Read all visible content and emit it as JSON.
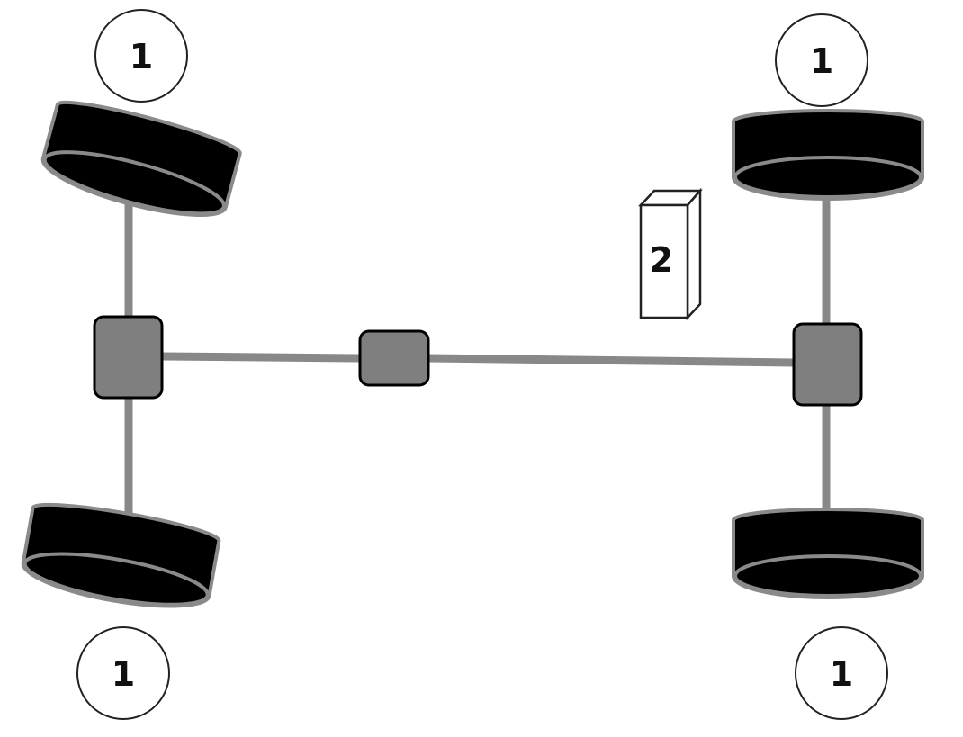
{
  "labels": {
    "wheel_tl": "1",
    "wheel_tr": "1",
    "wheel_bl": "1",
    "wheel_br": "1",
    "box": "2"
  },
  "colors": {
    "tire": "#000000",
    "tire_rim": "#8a8a8a",
    "shaft": "#888888",
    "hub": "#7f7f7f"
  }
}
